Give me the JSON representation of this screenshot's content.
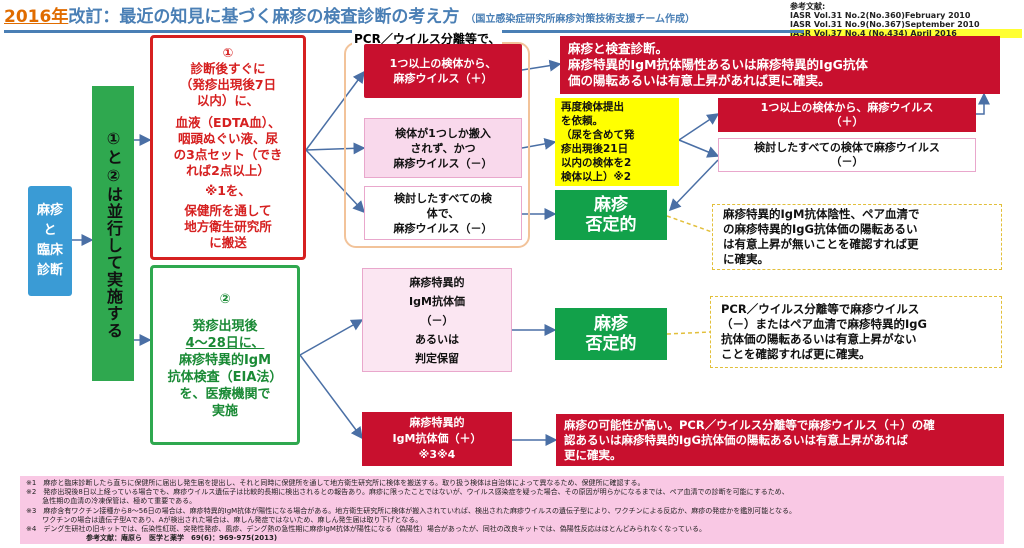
{
  "title": {
    "year": "2016年",
    "main": "改訂：最近の知見に基づく麻疹の検査診断の考え方",
    "source": "（国立感染症研究所麻疹対策技術支援チーム作成）"
  },
  "references": {
    "heading": "参考文献:",
    "items": [
      "IASR Vol.31 No.2(No.360)February 2010",
      "IASR Vol.31 No.9(No.367)September 2010",
      "IASR Vol.37 No.4 (No.434) April 2016"
    ]
  },
  "main_box": {
    "lines": [
      "麻疹",
      "と",
      "臨床",
      "診断"
    ]
  },
  "parallel_box": {
    "text": "①と②は並行して実施する"
  },
  "branch1": {
    "num": "①",
    "lines": [
      "診断後すぐに",
      "（発疹出現後7日",
      "以内）に、",
      "",
      "血液（EDTA血）、",
      "咽頭ぬぐい液、尿",
      "の3点セット（でき",
      "れば2点以上）",
      "",
      "※1を、",
      "",
      "保健所を通して",
      "地方衛生研究所",
      "に搬送"
    ]
  },
  "branch2": {
    "num": "②",
    "lines": [
      "発疹出現後",
      "4～28日に、",
      "麻疹特異的IgM",
      "抗体検査（EIA法）",
      "を、医療機関で",
      "実施"
    ]
  },
  "pcr_label": "PCR／ウイルス分離等で、",
  "pcr_pos": {
    "lines": [
      "1つ以上の検体から、",
      "麻疹ウイルス（＋）"
    ]
  },
  "pcr_single": {
    "lines": [
      "検体が1つしか搬入",
      "されず、かつ",
      "麻疹ウイルス（－）"
    ]
  },
  "pcr_all_neg": {
    "lines": [
      "検討したすべての検",
      "体で、",
      "麻疹ウイルス（－）"
    ]
  },
  "result_confirm": {
    "lines": [
      "麻疹と検査診断。",
      "麻疹特異的IgM抗体陽性あるいは麻疹特異的IgG抗体",
      "価の陽転あるいは有意上昇があれば更に確実。"
    ]
  },
  "resubmit": {
    "lines": [
      "再度検体提出",
      "を依頼。",
      "（尿を含めて発",
      "疹出現後21日",
      "以内の検体を2",
      "検体以上）※2"
    ]
  },
  "resubmit_pos": {
    "lines": [
      "1つ以上の検体から、麻疹ウイルス",
      "（＋）"
    ]
  },
  "resubmit_neg": {
    "lines": [
      "検討したすべての検体で麻疹ウイルス",
      "（－）"
    ]
  },
  "negative1": {
    "lines": [
      "麻疹",
      "否定的"
    ]
  },
  "note1": {
    "lines": [
      "麻疹特異的IgM抗体陰性、ペア血清で",
      "の麻疹特異的IgG抗体価の陽転あるい",
      "は有意上昇が無いことを確認すれば更",
      "に確実。"
    ]
  },
  "igm_neg": {
    "lines": [
      "麻疹特異的",
      "IgM抗体価",
      "（－）",
      "あるいは",
      "判定保留"
    ]
  },
  "negative2": {
    "lines": [
      "麻疹",
      "否定的"
    ]
  },
  "note2": {
    "lines": [
      "PCR／ウイルス分離等で麻疹ウイルス",
      "（－）またはペア血清で麻疹特異的IgG",
      "抗体価の陽転あるいは有意上昇がない",
      "ことを確認すれば更に確実。"
    ]
  },
  "igm_pos": {
    "lines": [
      "麻疹特異的",
      "IgM抗体価（＋）",
      "※3※4"
    ]
  },
  "result_possible": {
    "lines": [
      "麻疹の可能性が高い。PCR／ウイルス分離等で麻疹ウイルス（＋）の確",
      "認あるいは麻疹特異的IgG抗体価の陽転あるいは有意上昇があれば",
      "更に確実。"
    ]
  },
  "footnotes": [
    "※1　麻疹と臨床診断したら直ちに保健所に届出し発生届を提出し、それと同時に保健所を通して地方衛生研究所に検体を搬送する。取り扱う検体は自治体によって異なるため、保健所に確認する。",
    "※2　発疹出現後8日以上経っている場合でも、麻疹ウイルス遺伝子は比較的長期に検出されるとの報告あり。麻疹に限ったことではないが、ウイルス感染症を疑った場合、その原因が明らかになるまでは、ペア血清での診断を可能にするため、",
    "　　 急性期の血清の冷凍保管は、極めて重要である。",
    "※3　麻疹含有ワクチン接種から8～56日の場合は、麻疹特異的IgM抗体が陽性になる場合がある。地方衛生研究所に検体が搬入されていれば、検出された麻疹ウイルスの遺伝子型により、ワクチンによる反応か、麻疹の発症かを鑑別可能となる。",
    "　　 ワクチンの場合は遺伝子型Aであり、Aが検出された場合は、麻しん発症ではないため、麻しん発生届は取り下げとなる。",
    "※4　デング生研社の旧キットでは、伝染性紅斑、突発性発疹、風疹、デング熱の急性期に麻疹IgM抗体が陽性になる（偽陽性）場合があったが、同社の改良キットでは、偽陽性反応はほとんどみられなくなっている。"
  ],
  "footnote_ref": "参考文献：庵原ら　医学と薬学　69(6)：969-975(2013)",
  "colors": {
    "red": "#c8102e",
    "green": "#12a14a",
    "blue": "#3a9bd5",
    "yellow": "#ffff00",
    "pink": "#f9d9ec"
  }
}
